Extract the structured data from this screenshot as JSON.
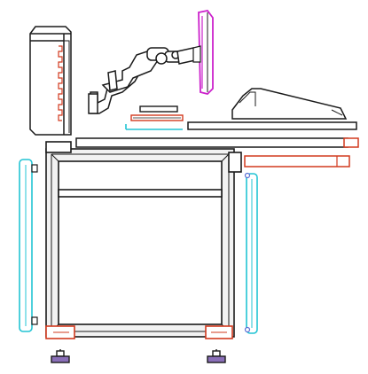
{
  "diagram": {
    "kind": "exploded technical line drawing",
    "colors": {
      "outline": "#1a1a1a",
      "frame_fill": "#f2f2f2",
      "accent_magenta": "#cc22cc",
      "accent_cyan": "#22c4d4",
      "accent_red": "#d23a1e",
      "foot_pad": "#8a6fb8",
      "background": "#ffffff"
    },
    "parts": [
      "side-cabinet-panel",
      "monitor-arm",
      "monitor",
      "small-bracket",
      "monitor-riser-stand",
      "shelf-boards",
      "main-frame",
      "side-rails",
      "leveling-feet"
    ]
  }
}
